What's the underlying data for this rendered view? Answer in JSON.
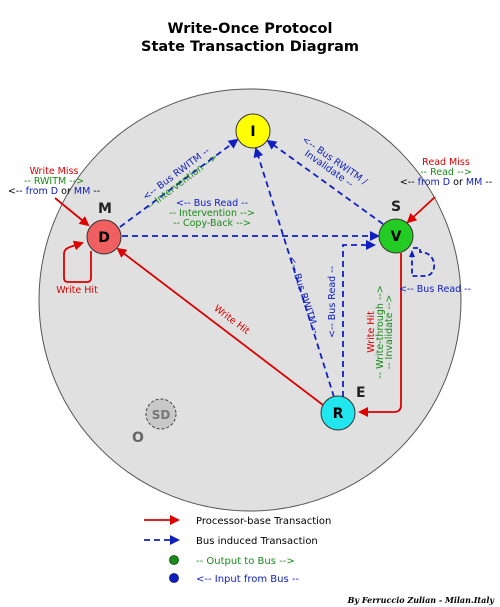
{
  "title": {
    "line1": "Write-Once Protocol",
    "line2": "State Transaction Diagram"
  },
  "states": {
    "I": {
      "letter": "I",
      "color": "#ffff00"
    },
    "D": {
      "letter": "D",
      "state_letter": "M",
      "color": "#f06060"
    },
    "V": {
      "letter": "V",
      "state_letter": "S",
      "color": "#22cc22"
    },
    "R": {
      "letter": "R",
      "state_letter": "E",
      "color": "#22e6ee"
    },
    "SD": {
      "letter": "SD",
      "color": "#c8c8c8"
    },
    "outer": {
      "letter": "O",
      "color": "#e0e0e0"
    }
  },
  "labels": {
    "write_miss": {
      "title": "Write Miss",
      "l2": "-- RWITM -->",
      "l3_pre": "<-- ",
      "l3_a": "from D",
      "l3_mid": " or ",
      "l3_b": "MM",
      "l3_post": " --"
    },
    "read_miss": {
      "title": "Read Miss",
      "l2": "-- Read -->",
      "l3_pre": "<-- ",
      "l3_a": "from D",
      "l3_mid": " or ",
      "l3_b": "MM",
      "l3_post": " --"
    },
    "write_hit_m": "Write Hit",
    "d_to_i": {
      "l1": "<-- Bus RWITM --",
      "l2": "-- Intervention -->"
    },
    "v_to_i": {
      "l1": "<-- Bus RWITM /",
      "l2": "Invalidate --"
    },
    "d_to_v": {
      "l1": "<-- Bus Read --",
      "l2": "-- Intervention -->",
      "l3": "-- Copy-Back -->"
    },
    "r_to_i": "<-- Bus RWITM --",
    "r_to_v": "<-- Bus Read --",
    "v_self": "<-- Bus Read --",
    "r_to_d": "Write Hit",
    "v_to_r": {
      "l1": "Write Hit",
      "l2": "-- Write-through -->",
      "l3": "-- Invalidate -->"
    }
  },
  "legend": {
    "processor": "Processor-base Transaction",
    "bus": "Bus induced Transaction",
    "output": "-- Output to Bus -->",
    "input": "<-- Input from Bus --"
  },
  "colors": {
    "processor_red": "#dd0000",
    "bus_blue": "#1020c0",
    "output_green": "#1a8a1a"
  },
  "author": "By Ferruccio Zulian - Milan.Italy"
}
